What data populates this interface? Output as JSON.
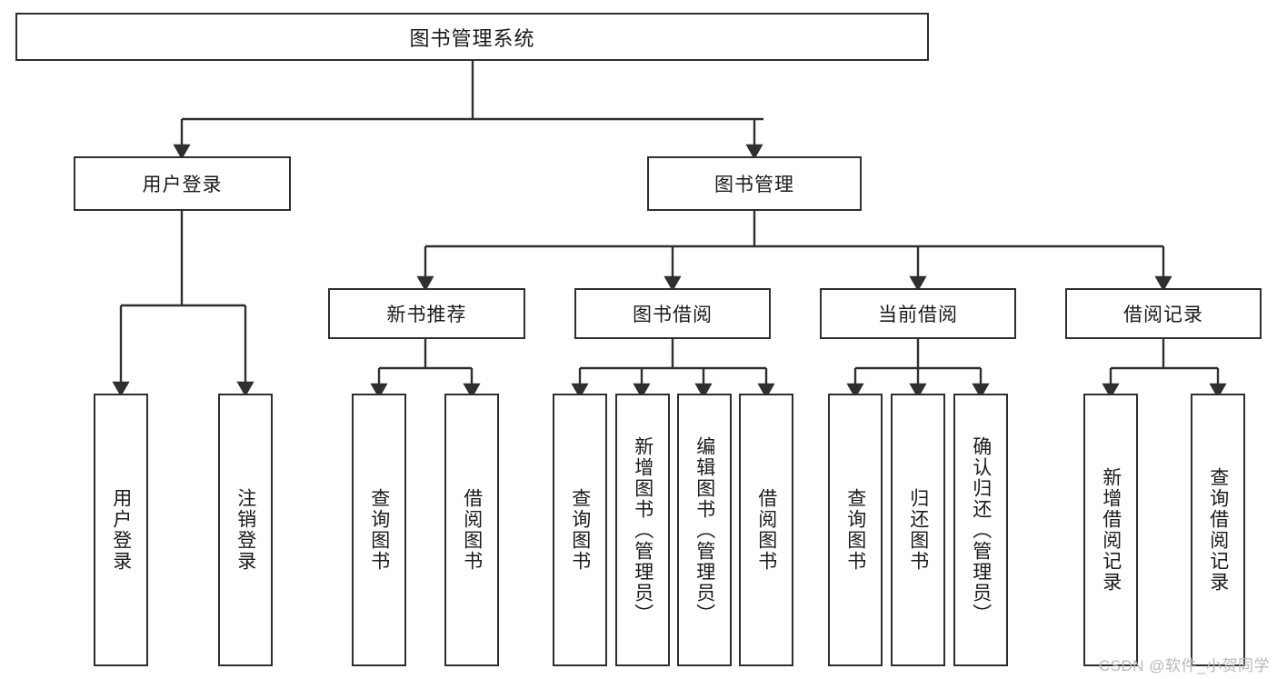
{
  "diagram": {
    "type": "tree",
    "title": "图书管理系统",
    "root": {
      "id": "root",
      "label": "图书管理系统",
      "orientation": "horizontal"
    },
    "level1": [
      {
        "id": "user-login",
        "label": "用户登录",
        "orientation": "horizontal"
      },
      {
        "id": "book-manage",
        "label": "图书管理",
        "orientation": "horizontal"
      }
    ],
    "level2": [
      {
        "id": "new-book-rec",
        "label": "新书推荐",
        "orientation": "horizontal",
        "parent": "book-manage"
      },
      {
        "id": "book-borrow",
        "label": "图书借阅",
        "orientation": "horizontal",
        "parent": "book-manage"
      },
      {
        "id": "current-borrow",
        "label": "当前借阅",
        "orientation": "horizontal",
        "parent": "book-manage"
      },
      {
        "id": "borrow-record",
        "label": "借阅记录",
        "orientation": "horizontal",
        "parent": "book-manage"
      }
    ],
    "leaves": [
      {
        "id": "leaf-user-login",
        "label": "用户登录",
        "orientation": "vertical",
        "parent": "user-login"
      },
      {
        "id": "leaf-logout",
        "label": "注销登录",
        "orientation": "vertical",
        "parent": "user-login"
      },
      {
        "id": "leaf-query-book-rec",
        "label": "查询图书",
        "orientation": "vertical",
        "parent": "new-book-rec"
      },
      {
        "id": "leaf-borrow-book-rec",
        "label": "借阅图书",
        "orientation": "vertical",
        "parent": "new-book-rec"
      },
      {
        "id": "leaf-query-book-borrow",
        "label": "查询图书",
        "orientation": "vertical",
        "parent": "book-borrow"
      },
      {
        "id": "leaf-add-book",
        "label": "新增图书（管理员）",
        "orientation": "vertical",
        "parent": "book-borrow"
      },
      {
        "id": "leaf-edit-book",
        "label": "编辑图书（管理员）",
        "orientation": "vertical",
        "parent": "book-borrow"
      },
      {
        "id": "leaf-borrow-book",
        "label": "借阅图书",
        "orientation": "vertical",
        "parent": "book-borrow"
      },
      {
        "id": "leaf-query-book-cur",
        "label": "查询图书",
        "orientation": "vertical",
        "parent": "current-borrow"
      },
      {
        "id": "leaf-return-book",
        "label": "归还图书",
        "orientation": "vertical",
        "parent": "current-borrow"
      },
      {
        "id": "leaf-confirm-return",
        "label": "确认归还（管理员）",
        "orientation": "vertical",
        "parent": "current-borrow"
      },
      {
        "id": "leaf-add-record",
        "label": "新增借阅记录",
        "orientation": "vertical",
        "parent": "borrow-record"
      },
      {
        "id": "leaf-query-record",
        "label": "查询借阅记录",
        "orientation": "vertical",
        "parent": "borrow-record"
      }
    ],
    "colors": {
      "stroke": "#2f2f2f",
      "fill": "#ffffff",
      "text": "#1a1a1a",
      "watermark": "#b9b9b9"
    }
  },
  "watermark": {
    "text": "CSDN @软件_小贺同学"
  }
}
